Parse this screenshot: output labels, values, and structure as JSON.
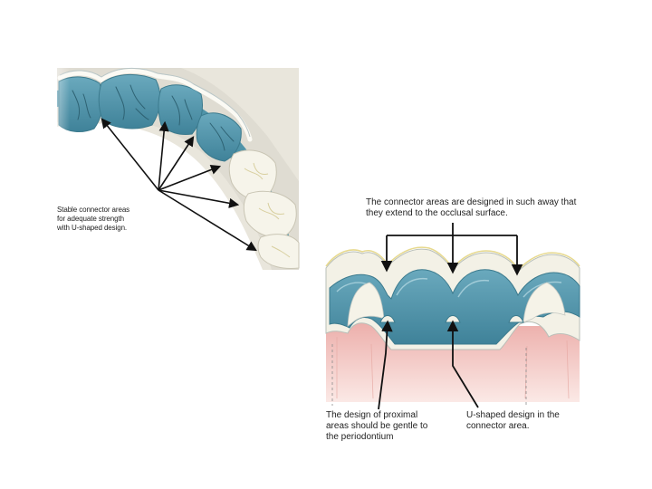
{
  "labels": {
    "stable_connector": [
      "Stable connector areas",
      "for adequate strength",
      "with U-shaped design."
    ],
    "occlusal_extension": [
      "The connector areas are designed in such away that",
      "they extend to the occlusal surface."
    ],
    "proximal_design": [
      "The design of proximal",
      "areas should be gentle to",
      "the periodontium"
    ],
    "u_shaped_design": [
      "U-shaped design in the",
      "connector area."
    ]
  },
  "colors": {
    "zirconia_framework": "#5a9bb0",
    "framework_light": "#a8cfd9",
    "veneer_porcelain": "#f3f1e6",
    "gingiva": "#f2c7c3",
    "outline": "#6e8f98",
    "arrow": "#111111"
  }
}
